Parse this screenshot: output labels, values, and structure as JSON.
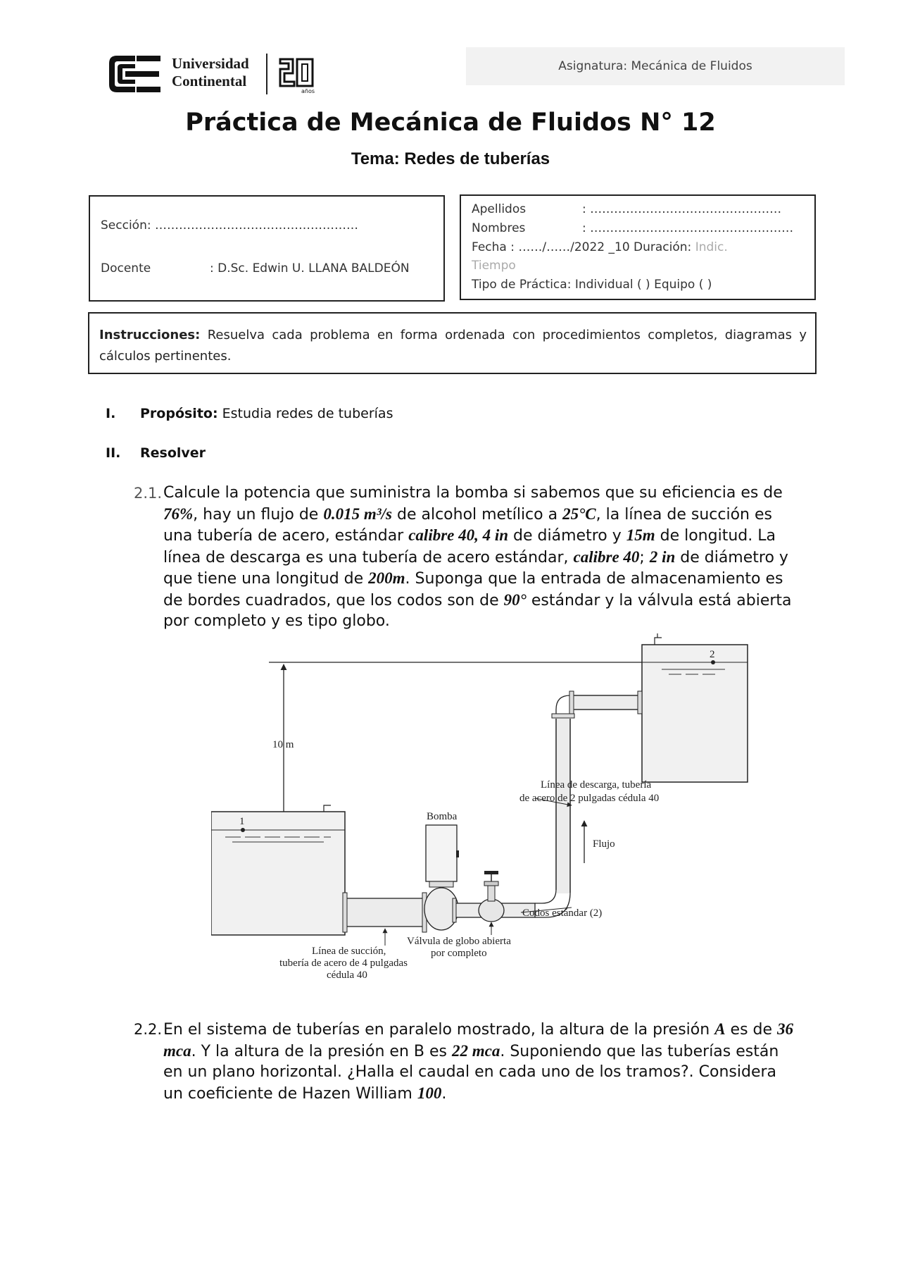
{
  "header": {
    "university_line1": "Universidad",
    "university_line2": "Continental",
    "anniversary_small": "años",
    "subject": "Asignatura: Mecánica de Fluidos"
  },
  "title": "Práctica de Mecánica de Fluidos N° 12",
  "subtitle": "Tema: Redes de tuberías",
  "info_left": {
    "seccion": "Sección: ……………………………………………",
    "docente_label": "Docente",
    "docente_value": ": D.Sc. Edwin U. LLANA BALDEÓN"
  },
  "info_right": {
    "apellidos_label": "Apellidos",
    "apellidos_value": ": …………………………………………",
    "nombres_label": "Nombres",
    "nombres_value": ": ……………………………………………",
    "fecha_text": "Fecha   : ……/……/2022 _10 Duración:",
    "duracion_hint_1": "Indic.",
    "duracion_hint_2": "Tiempo",
    "tipo_text": "Tipo de Práctica: Individual (  )  Equipo (  )"
  },
  "instructions": {
    "label": "Instrucciones:",
    "text": "Resuelva cada problema en forma ordenada con procedimientos completos, diagramas y cálculos pertinentes."
  },
  "sections": {
    "s1_num": "I.",
    "s1_label": "Propósito:",
    "s1_text": "Estudia redes de tuberías",
    "s2_num": "II.",
    "s2_label": "Resolver"
  },
  "problem1": {
    "number": "2.1.",
    "t1": "Calcule la potencia que suministra la bomba si sabemos que su eficiencia es de ",
    "b1": "76%",
    "t2": ", hay un flujo de ",
    "b2": "0.015 m³/s",
    "t3": " de alcohol metílico a ",
    "b3": "25°C",
    "t4": ", la línea de succión es una tubería de acero, estándar ",
    "b4": "calibre 40, 4 in",
    "t5": " de diámetro y ",
    "b5": "15m",
    "t6": " de longitud. La línea de descarga es una tubería de acero estándar, ",
    "b6": "calibre 40",
    "t7": "; ",
    "b7": "2 in",
    "t8": " de diámetro y que tiene una longitud de ",
    "b8": "200m",
    "t9": ". Suponga que la entrada de almacenamiento es de bordes cuadrados, que los codos son de ",
    "b9": "90°",
    "t10": " estándar y la válvula está abierta por completo y es tipo globo."
  },
  "figure": {
    "height_label": "10 m",
    "point1": "1",
    "point2": "2",
    "pump_label": "Bomba",
    "discharge_1": "Línea de descarga, tubería",
    "discharge_2": "de acero de 2 pulgadas  cédula 40",
    "flow_label": "Flujo",
    "elbows_label": "Codos estándar (2)",
    "valve_1": "Válvula de globo abierta",
    "valve_2": "por completo",
    "suction_1": "Línea de succión,",
    "suction_2": "tubería de acero de 4 pulgadas",
    "suction_3": "cédula 40"
  },
  "problem2": {
    "number": "2.2.",
    "t1": "En el sistema de tuberías en paralelo mostrado, la altura de la presión ",
    "b1": "A",
    "t2": " es de ",
    "b2": "36 mca",
    "t3": ". Y la altura de la presión en B es ",
    "b3": "22 mca",
    "t4": ". Suponiendo que las tuberías están en un plano horizontal. ¿Halla el caudal en cada uno de los tramos?. Considera un coeficiente de Hazen William ",
    "b4": "100",
    "t5": "."
  }
}
